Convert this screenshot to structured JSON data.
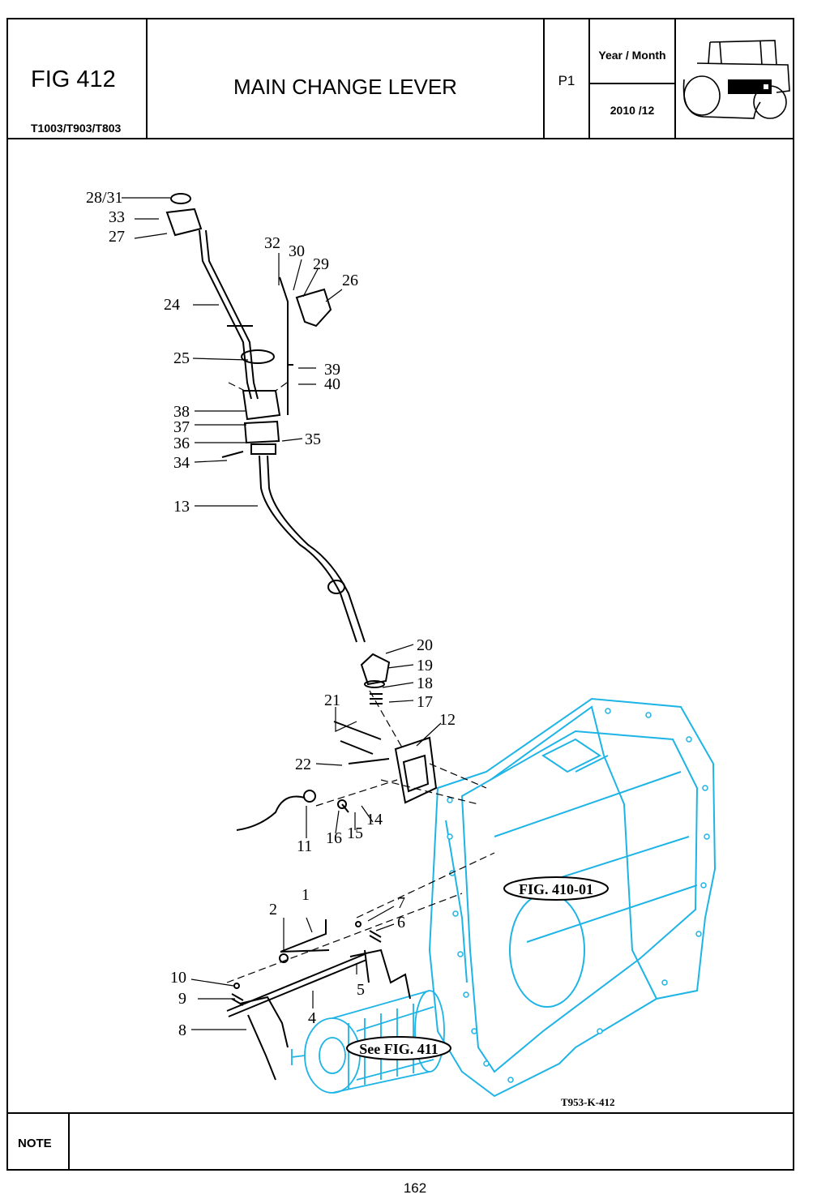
{
  "header": {
    "fig_number": "FIG 412",
    "models": "T1003/T903/T803",
    "title": "MAIN CHANGE LEVER",
    "page_code": "P1",
    "year_month_label": "Year / Month",
    "year_month_value": "2010 /12"
  },
  "diagram": {
    "callouts": [
      "28/31",
      "33",
      "27",
      "32",
      "30",
      "29",
      "26",
      "24",
      "25",
      "39",
      "40",
      "38",
      "37",
      "36",
      "35",
      "34",
      "13",
      "20",
      "19",
      "18",
      "17",
      "21",
      "12",
      "22",
      "11",
      "16",
      "15",
      "14",
      "1",
      "2",
      "7",
      "6",
      "10",
      "9",
      "5",
      "4",
      "8"
    ],
    "references": [
      "FIG. 410-01",
      "See FIG. 411"
    ],
    "drawing_code": "T953-K-412",
    "colors": {
      "housing": "#1eb4e6",
      "lines": "#000000"
    }
  },
  "note_label": "NOTE",
  "page_number": "162"
}
